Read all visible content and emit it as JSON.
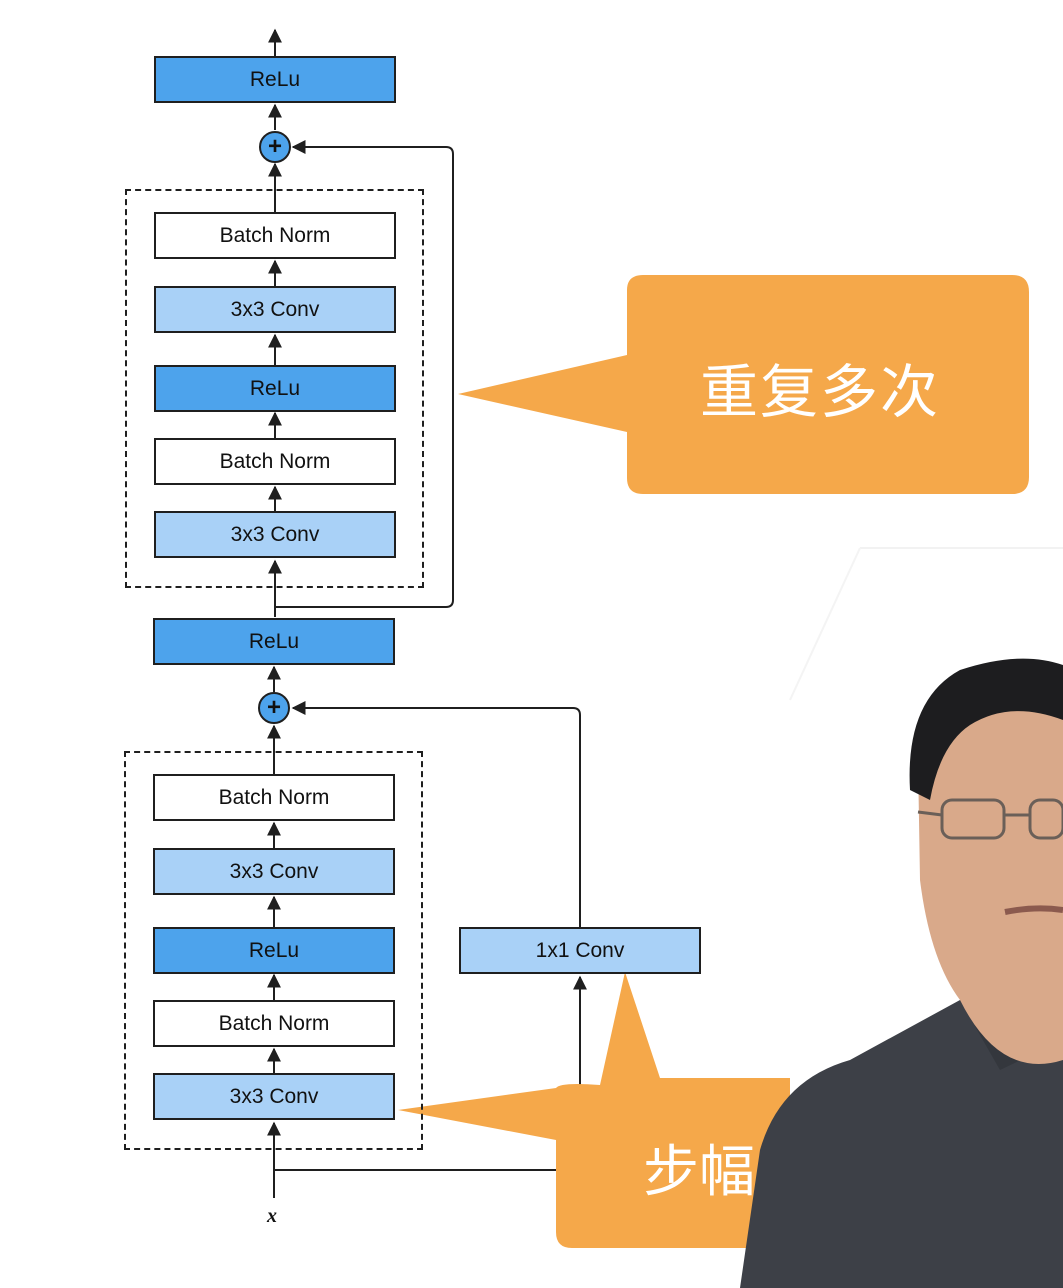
{
  "diagram": {
    "top_relu": "ReLu",
    "plus_symbol": "+",
    "upper_block": {
      "items": [
        "Batch Norm",
        "3x3 Conv",
        "ReLu",
        "Batch Norm",
        "3x3 Conv"
      ]
    },
    "middle_relu": "ReLu",
    "lower_block": {
      "items": [
        "Batch Norm",
        "3x3 Conv",
        "ReLu",
        "Batch Norm",
        "3x3 Conv"
      ]
    },
    "shortcut_conv": "1x1 Conv",
    "input_label": "x"
  },
  "callouts": {
    "repeat": "重复多次",
    "stride": "步幅"
  },
  "colors": {
    "relu": "#4da3ec",
    "conv": "#a9d1f7",
    "callout": "#f5a84a"
  }
}
